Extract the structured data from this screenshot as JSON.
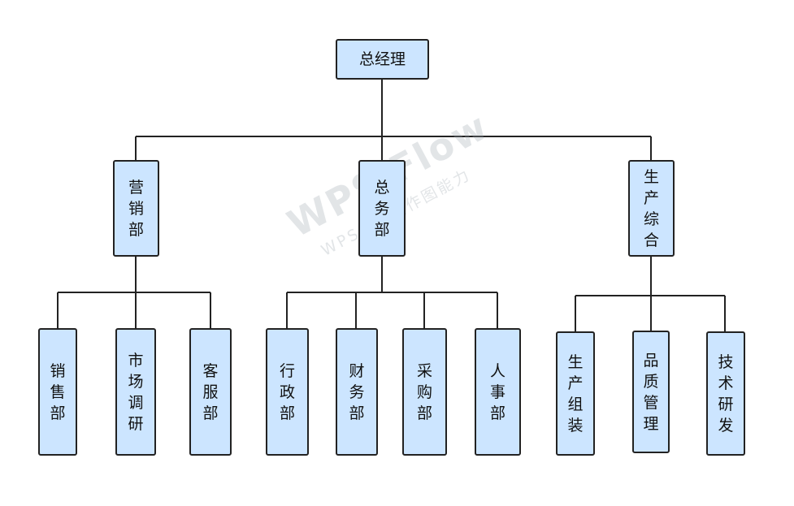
{
  "org_chart": {
    "root": "总经理",
    "departments": [
      {
        "name": "营销部",
        "children": [
          "销售部",
          "市场调研",
          "客服部"
        ]
      },
      {
        "name": "总务部",
        "children": [
          "行政部",
          "财务部",
          "采购部",
          "人事部"
        ]
      },
      {
        "name": "生产综合",
        "children": [
          "生产组装",
          "品质管理",
          "技术研发"
        ]
      }
    ]
  },
  "colors": {
    "node_fill": "#cce5ff",
    "node_border": "#222222",
    "line": "#222222"
  },
  "watermark": {
    "main": "WPS Flow",
    "sub": "WPS仅提供作图能力"
  }
}
